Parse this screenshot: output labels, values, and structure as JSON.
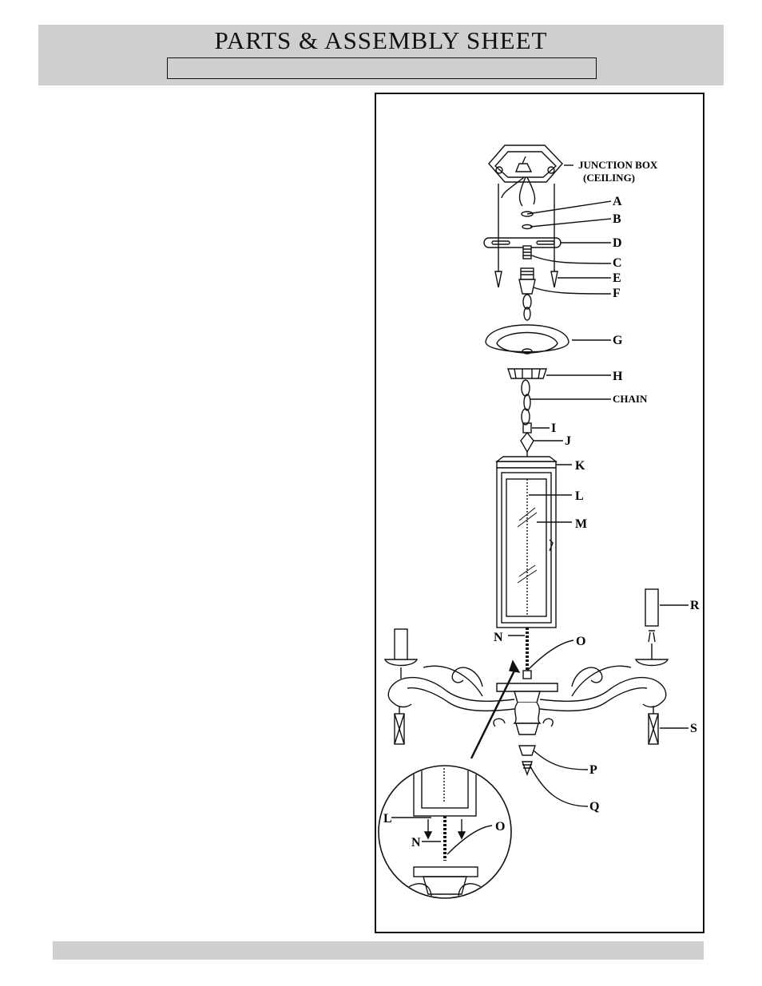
{
  "header": {
    "title": "PARTS & ASSEMBLY SHEET",
    "subtitle": ""
  },
  "diagram": {
    "labels": {
      "junction_box_line1": "JUNCTION BOX",
      "junction_box_line2": "(CEILING)",
      "A": "A",
      "B": "B",
      "C": "C",
      "D": "D",
      "E": "E",
      "F": "F",
      "G": "G",
      "H": "H",
      "chain": "CHAIN",
      "I": "I",
      "J": "J",
      "K": "K",
      "L": "L",
      "M": "M",
      "N": "N",
      "O": "O",
      "P": "P",
      "Q": "Q",
      "R": "R",
      "S": "S"
    },
    "inset_labels": {
      "L": "L",
      "N": "N",
      "O": "O"
    }
  },
  "colors": {
    "header_bg": "#cfcfcf",
    "ink": "#111111"
  }
}
